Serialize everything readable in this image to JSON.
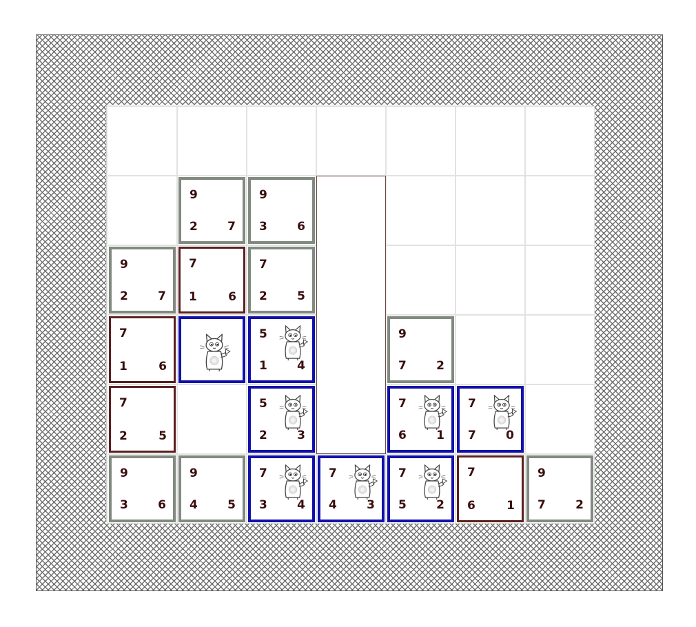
{
  "board": {
    "columns": 7,
    "rows": 6,
    "tiles": [
      {
        "col": 1,
        "row": 1,
        "style": "grey",
        "top": "9",
        "left": "2",
        "right": "7",
        "cat": false
      },
      {
        "col": 2,
        "row": 1,
        "style": "grey",
        "top": "9",
        "left": "3",
        "right": "6",
        "cat": false
      },
      {
        "col": 0,
        "row": 2,
        "style": "grey",
        "top": "9",
        "left": "2",
        "right": "7",
        "cat": false
      },
      {
        "col": 1,
        "row": 2,
        "style": "brown",
        "top": "7",
        "left": "1",
        "right": "6",
        "cat": false
      },
      {
        "col": 2,
        "row": 2,
        "style": "grey",
        "top": "7",
        "left": "2",
        "right": "5",
        "cat": false
      },
      {
        "col": 0,
        "row": 3,
        "style": "brown",
        "top": "7",
        "left": "1",
        "right": "6",
        "cat": false
      },
      {
        "col": 1,
        "row": 3,
        "style": "blue",
        "top": "",
        "left": "",
        "right": "",
        "cat": true
      },
      {
        "col": 2,
        "row": 3,
        "style": "blue",
        "top": "5",
        "left": "1",
        "right": "4",
        "cat": true
      },
      {
        "col": 4,
        "row": 3,
        "style": "grey",
        "top": "9",
        "left": "7",
        "right": "2",
        "cat": false
      },
      {
        "col": 0,
        "row": 4,
        "style": "brown",
        "top": "7",
        "left": "2",
        "right": "5",
        "cat": false
      },
      {
        "col": 2,
        "row": 4,
        "style": "blue",
        "top": "5",
        "left": "2",
        "right": "3",
        "cat": true
      },
      {
        "col": 4,
        "row": 4,
        "style": "blue",
        "top": "7",
        "left": "6",
        "right": "1",
        "cat": true
      },
      {
        "col": 5,
        "row": 4,
        "style": "blue",
        "top": "7",
        "left": "7",
        "right": "0",
        "cat": true
      },
      {
        "col": 0,
        "row": 5,
        "style": "grey",
        "top": "9",
        "left": "3",
        "right": "6",
        "cat": false
      },
      {
        "col": 1,
        "row": 5,
        "style": "grey",
        "top": "9",
        "left": "4",
        "right": "5",
        "cat": false
      },
      {
        "col": 2,
        "row": 5,
        "style": "blue",
        "top": "7",
        "left": "3",
        "right": "4",
        "cat": true
      },
      {
        "col": 3,
        "row": 5,
        "style": "blue",
        "top": "7",
        "left": "4",
        "right": "3",
        "cat": true
      },
      {
        "col": 4,
        "row": 5,
        "style": "blue",
        "top": "7",
        "left": "5",
        "right": "2",
        "cat": true
      },
      {
        "col": 5,
        "row": 5,
        "style": "brown",
        "top": "7",
        "left": "6",
        "right": "1",
        "cat": false
      },
      {
        "col": 6,
        "row": 5,
        "style": "grey",
        "top": "9",
        "left": "7",
        "right": "2",
        "cat": false
      }
    ],
    "wall_column": {
      "col": 3,
      "row_start": 1,
      "row_end": 4
    },
    "holes": [
      {
        "col": 1,
        "row": 4
      }
    ]
  },
  "colors": {
    "grey_tile_border": "#818a7f",
    "brown_tile_border": "#5b1f1f",
    "blue_tile_border": "#1111aa",
    "number_text": "#3a0e0e"
  },
  "icons": {
    "cat": "cat-holding-fish-icon"
  }
}
